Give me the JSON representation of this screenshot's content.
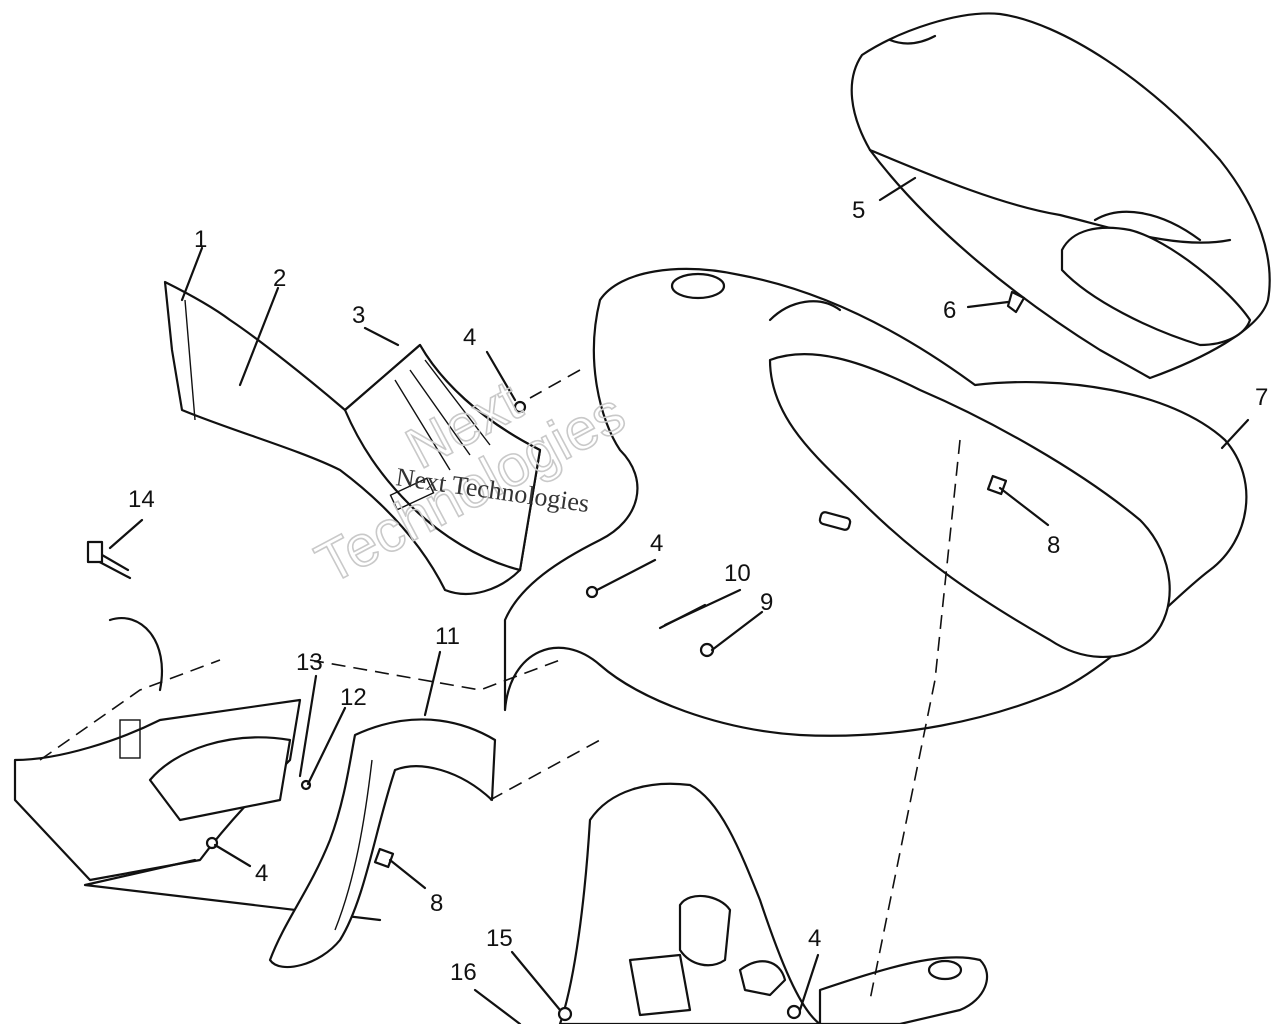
{
  "diagram": {
    "callouts": [
      "1",
      "2",
      "3",
      "4",
      "5",
      "6",
      "7",
      "8",
      "4",
      "10",
      "9",
      "14",
      "11",
      "13",
      "12",
      "4",
      "8",
      "15",
      "16",
      "4"
    ],
    "watermarks": {
      "outline_line1": "Next",
      "outline_line2": "Technologies",
      "small_text": "Next Technologies"
    }
  }
}
